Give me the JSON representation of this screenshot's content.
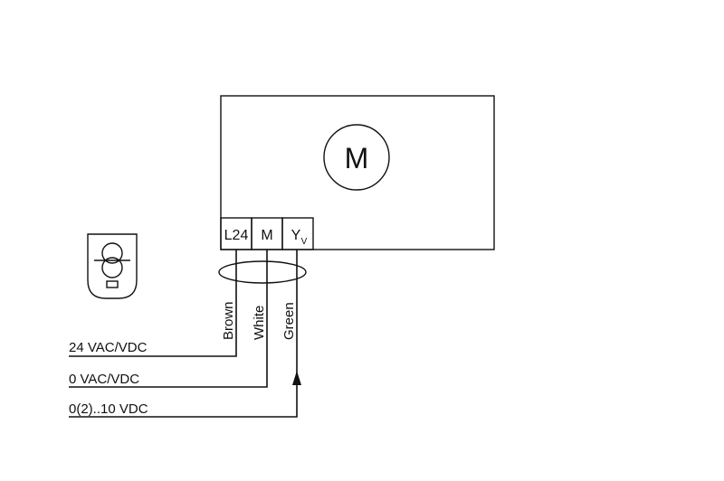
{
  "motor": {
    "symbol": "M"
  },
  "terminals": [
    {
      "label": "L24"
    },
    {
      "label": "M"
    },
    {
      "label": "Y",
      "subscript": "V"
    }
  ],
  "wires": [
    {
      "color_name": "Brown",
      "signal": "24 VAC/VDC"
    },
    {
      "color_name": "White",
      "signal": "0 VAC/VDC"
    },
    {
      "color_name": "Green",
      "signal": "0(2)..10 VDC"
    }
  ],
  "icons": {
    "safety_transformer": "transformer-symbol-icon"
  }
}
